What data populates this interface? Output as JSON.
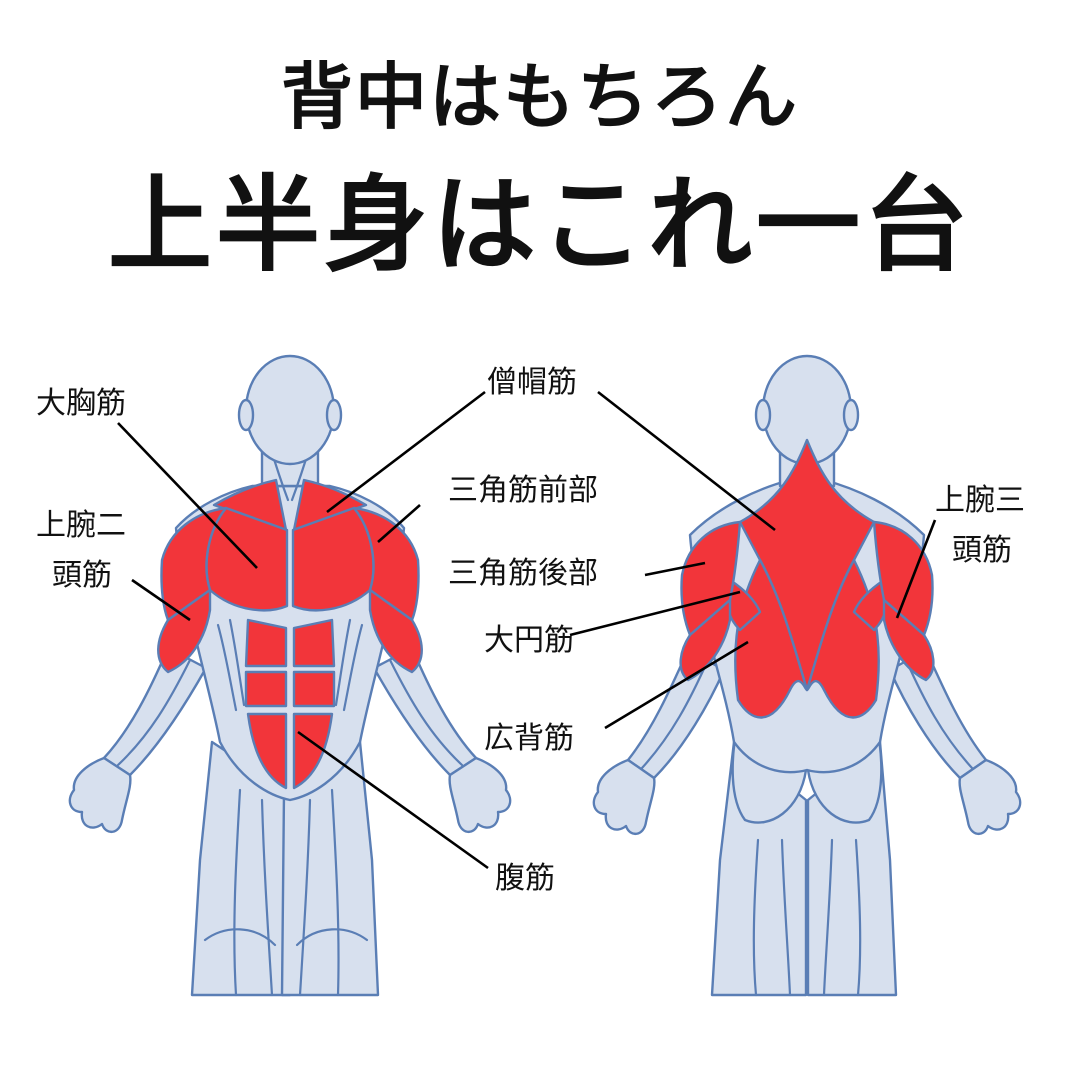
{
  "headline": {
    "line1": "背中はもちろん",
    "line2": "上半身はこれ一台"
  },
  "labels": {
    "pectoralis": "大胸筋",
    "trapezius": "僧帽筋",
    "anterior_deltoid": "三角筋前部",
    "biceps_line1": "上腕二",
    "biceps_line2": "頭筋",
    "posterior_deltoid": "三角筋後部",
    "triceps_line1": "上腕三",
    "triceps_line2": "頭筋",
    "teres_major": "大円筋",
    "latissimus": "広背筋",
    "abdominals": "腹筋"
  },
  "colors": {
    "highlight": "#f2353a",
    "body_fill": "#d7e0ee",
    "outline": "#5a7eb5",
    "text": "#111111"
  }
}
